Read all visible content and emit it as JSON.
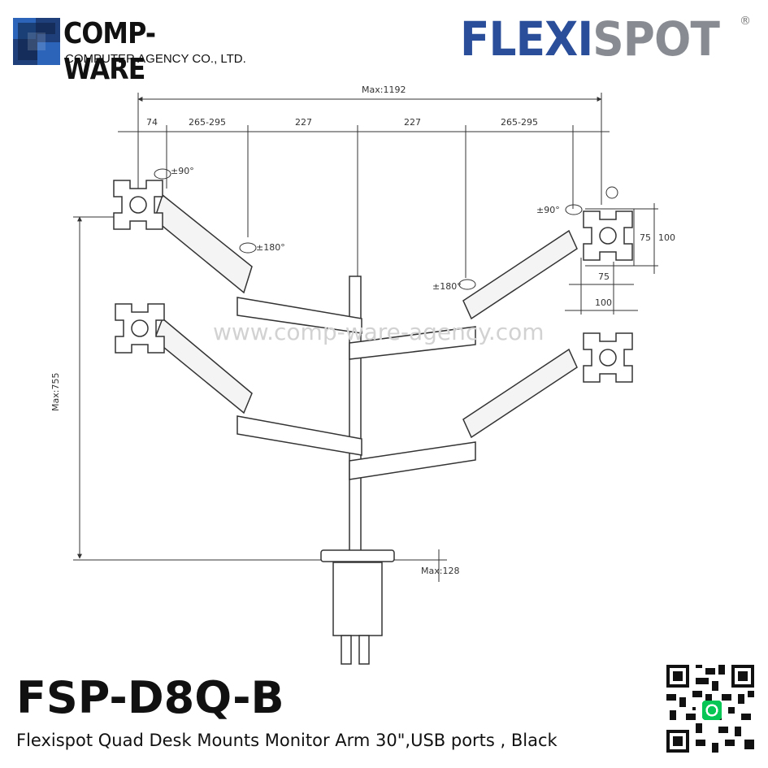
{
  "brand": {
    "company_name": "COMP-WARE",
    "company_sub": "COMPUTER AGENCY CO., LTD.",
    "logo_flexi": "FLEXI",
    "logo_spot": "SPOT",
    "logo_reg": "®",
    "colors": {
      "flexi_blue": "#2a4e9a",
      "spot_gray": "#888c92",
      "compware_blue": "#1f4f9a"
    }
  },
  "dimensions": {
    "max_width": "Max:1192",
    "d74": "74",
    "d265_left": "265-295",
    "d227_left": "227",
    "d227_right": "227",
    "d265_right": "265-295",
    "rot90_left": "±90°",
    "rot180_left": "±180°",
    "rot90_right": "±90°",
    "rot180_right": "±180°",
    "max_height": "Max:755",
    "max_clamp": "Max:128",
    "vesa_75_v": "75",
    "vesa_100_v": "100",
    "vesa_75_h": "75",
    "vesa_100_h": "100"
  },
  "watermark": "www.comp-ware-agency.com",
  "product": {
    "model": "FSP-D8Q-B",
    "description": "Flexispot Quad Desk Mounts Monitor Arm 30\",USB ports , Black"
  },
  "icons": {
    "qr": "qr-code-icon",
    "line_badge": "line-at-icon"
  }
}
